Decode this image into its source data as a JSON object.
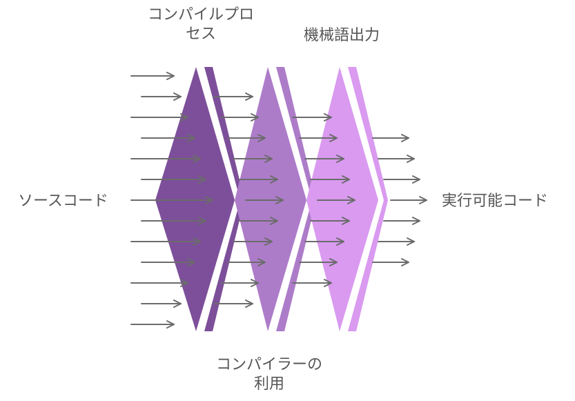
{
  "labels": {
    "compile_process": [
      "コンパイルプロ",
      "セス"
    ],
    "machine_output": "機械語出力",
    "source_code": "ソースコード",
    "executable_code": "実行可能コード",
    "compiler_usage": [
      "コンパイラーの",
      "利用"
    ]
  },
  "stages": [
    {
      "name": "compile-process-stage",
      "fill": "#7d4f9a",
      "edge": "#7d4f9a"
    },
    {
      "name": "compiler-usage-stage",
      "fill": "#ad7cc9",
      "edge": "#ad7cc9"
    },
    {
      "name": "machine-output-stage",
      "fill": "#d99af0",
      "edge": "#d99af0"
    }
  ],
  "colors": {
    "arrow": "#6b6b6b",
    "text": "#555555",
    "background": "#ffffff"
  }
}
